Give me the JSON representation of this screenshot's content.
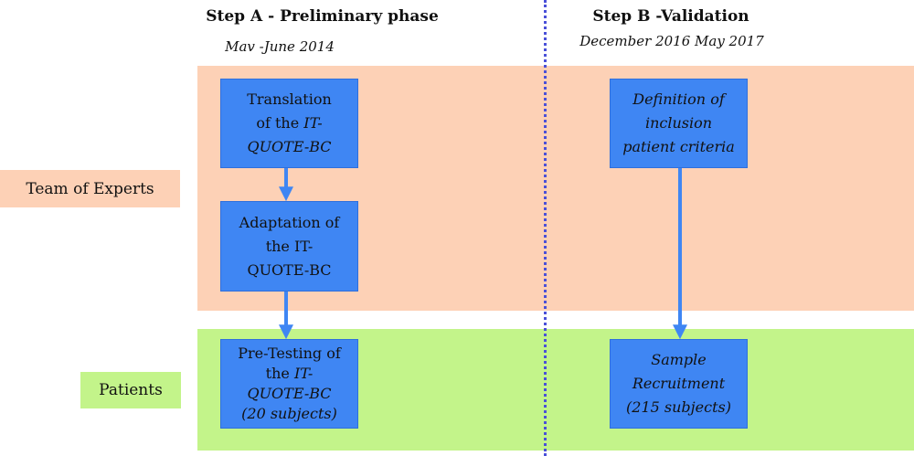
{
  "steps": {
    "a": {
      "title": "Step A - Preliminary phase",
      "date": "Mav -June 2014"
    },
    "b": {
      "title": "Step B -Validation",
      "date": "December 2016 May 2017"
    }
  },
  "lanes": {
    "experts": "Team of Experts",
    "patients": "Patients"
  },
  "boxes": {
    "translation": {
      "l1": "Translation",
      "l2a": "of the ",
      "l2b": "IT-",
      "l3": "QUOTE-BC"
    },
    "adaptation": {
      "l1": "Adaptation of",
      "l2": "the IT-",
      "l3": "QUOTE-BC"
    },
    "pretesting": {
      "l1": "Pre-Testing of",
      "l2a": "the ",
      "l2b": "IT-",
      "l3": "QUOTE-BC",
      "l4": "(20 subjects)"
    },
    "definition": {
      "l1": "Definition of",
      "l2": "inclusion",
      "l3": "patient criteria"
    },
    "sample": {
      "l1": "Sample",
      "l2": "Recruitment",
      "l3": "(215 subjects)"
    }
  },
  "colors": {
    "experts_band": "#fdd1b6",
    "patients_band": "#c3f48a",
    "box": "#3f86f3",
    "divider": "#4a50d8"
  }
}
